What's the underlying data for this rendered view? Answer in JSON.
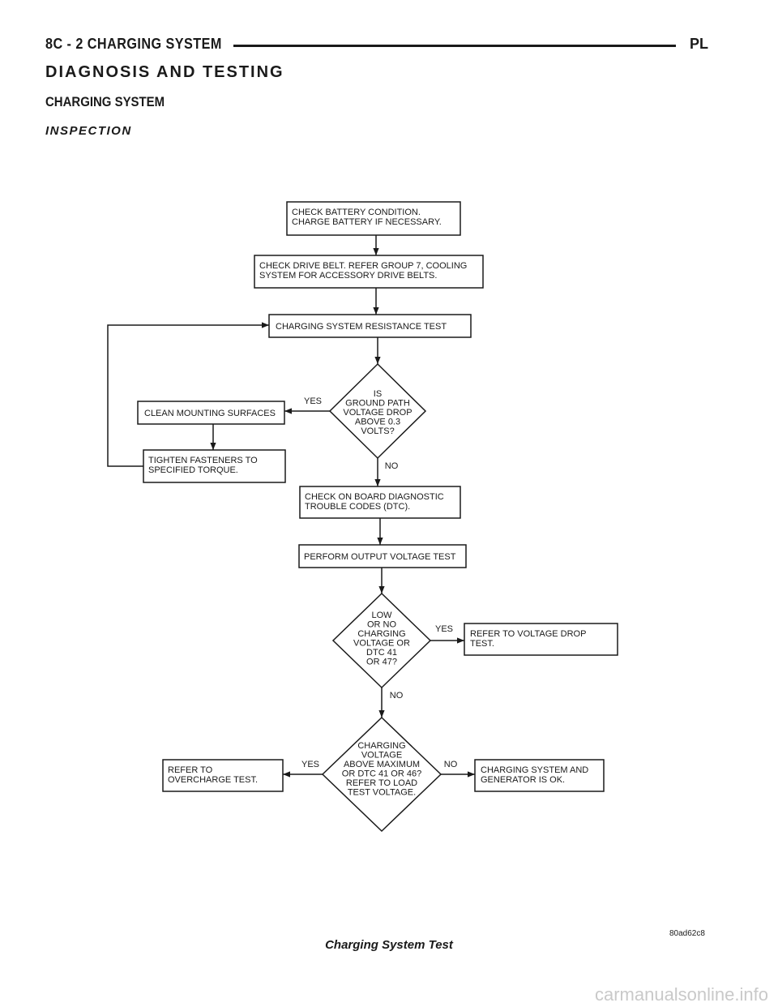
{
  "header": {
    "section": "8C - 2    CHARGING SYSTEM",
    "code": "PL"
  },
  "headings": {
    "h1": "DIAGNOSIS AND TESTING",
    "h2": "CHARGING SYSTEM",
    "h3": "INSPECTION"
  },
  "flowchart": {
    "boxes": {
      "battery": [
        "CHECK BATTERY CONDITION.",
        "CHARGE BATTERY IF NECESSARY."
      ],
      "belt": [
        "CHECK DRIVE BELT. REFER GROUP 7, COOLING",
        "SYSTEM FOR ACCESSORY DRIVE BELTS."
      ],
      "resistance": [
        "CHARGING SYSTEM RESISTANCE TEST"
      ],
      "clean": [
        "CLEAN MOUNTING SURFACES"
      ],
      "tighten": [
        "TIGHTEN FASTENERS TO",
        "SPECIFIED TORQUE."
      ],
      "dtc": [
        "CHECK ON BOARD DIAGNOSTIC",
        "TROUBLE CODES (DTC)."
      ],
      "output": [
        "PERFORM OUTPUT VOLTAGE TEST"
      ],
      "vdrop": [
        "REFER TO VOLTAGE DROP",
        "TEST."
      ],
      "overcharge": [
        "REFER TO",
        "OVERCHARGE TEST."
      ],
      "ok": [
        "CHARGING SYSTEM AND",
        "GENERATOR IS OK."
      ]
    },
    "decisions": {
      "ground": [
        "IS",
        "GROUND PATH",
        "VOLTAGE DROP",
        "ABOVE 0.3",
        "VOLTS?"
      ],
      "low": [
        "LOW",
        "OR NO",
        "CHARGING",
        "VOLTAGE OR",
        "DTC  41",
        "OR 47?"
      ],
      "max": [
        "CHARGING",
        "VOLTAGE",
        "ABOVE MAXIMUM",
        "OR DTC 41 OR 46?",
        "REFER TO LOAD",
        "TEST VOLTAGE."
      ]
    },
    "labels": {
      "yes1": "YES",
      "no1": "NO",
      "yes2": "YES",
      "no2": "NO",
      "yes3": "YES",
      "no3": "NO"
    }
  },
  "figure_id": "80ad62c8",
  "caption": "Charging System Test",
  "watermark": "carmanualsonline.info"
}
